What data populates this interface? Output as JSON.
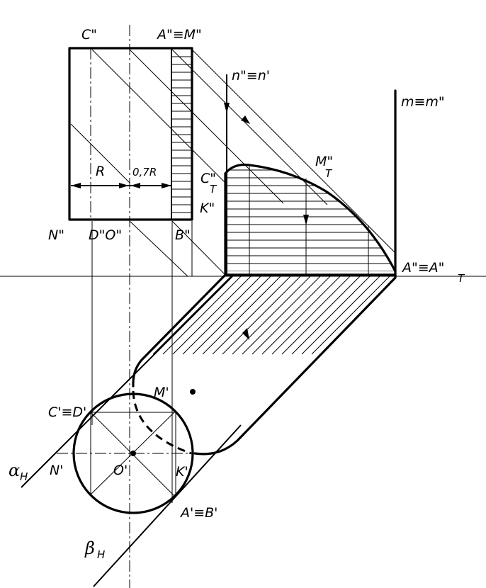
{
  "labels": {
    "c2": "C\"",
    "a2m2": "A\"≡M\"",
    "n2n1": "n\"≡n'",
    "m_m2": "m≡m\"",
    "ct2": "C\"",
    "ct2_sub": "T",
    "mt2": "M\"",
    "mt2_sub": "T",
    "k2": "K\"",
    "r": "R",
    "r07": "0,7R",
    "n2": "N\"",
    "d2o2": "D\"O\"",
    "b2": "B\"",
    "a2at2": "A\"≡A\"",
    "at2_sub": "T",
    "c1d1": "C'≡D'",
    "m1": "M'",
    "n1": "N'",
    "o1": "O'",
    "k1": "K'",
    "a1b1": "A'≡B'",
    "alpha_h": "α",
    "alpha_h_sub": "H",
    "beta_h": "β",
    "beta_h_sub": "H"
  }
}
